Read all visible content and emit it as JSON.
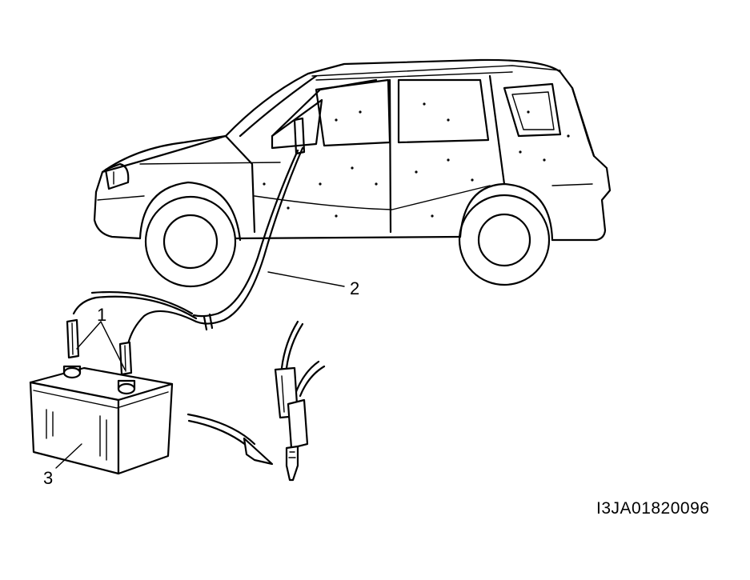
{
  "callouts": {
    "c1": "1",
    "c2": "2",
    "c3": "3"
  },
  "figure_id": "I3JA01820096",
  "icons": [
    "vehicle-illustration",
    "battery-icon",
    "clip-icon",
    "probe-icon",
    "arrow-icon"
  ]
}
